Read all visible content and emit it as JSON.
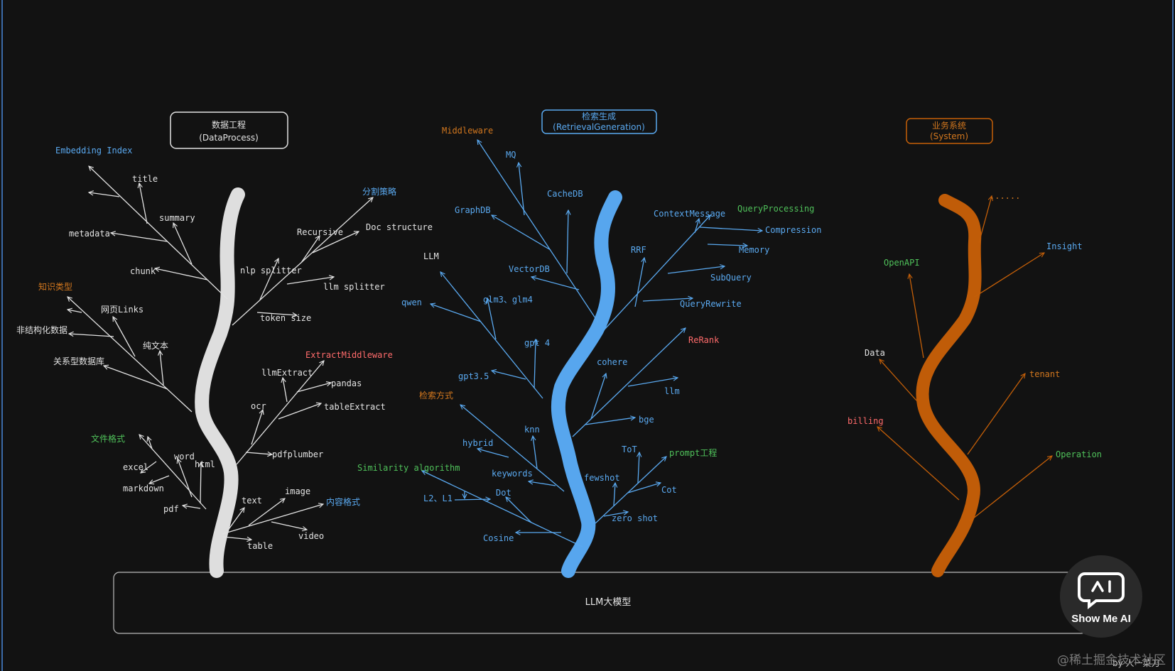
{
  "colors": {
    "background": "#121212",
    "frame": "#1f1f1f",
    "white": "#e3e3e3",
    "blue": "#5aa9f0",
    "orange": "#c45f08",
    "orangeText": "#d2771e",
    "green": "#4fc15a",
    "red": "#ff6b6b",
    "trunkWhite": "#dedede",
    "trunkBlue": "#57a6ee",
    "trunkOrange": "#c05c08"
  },
  "columns": {
    "data": {
      "title": "数据工程",
      "subtitle": "(DataProcess)"
    },
    "retrieval": {
      "title": "检索生成",
      "subtitle": "(RetrievalGeneration)"
    },
    "system": {
      "title": "业务系统",
      "subtitle": "(System)"
    }
  },
  "base": {
    "title": "LLM大模型"
  },
  "labels": {
    "embedding_index": "Embedding Index",
    "title": "title",
    "summary": "summary",
    "metadata": "metadata",
    "chunk": "chunk",
    "knowledge_type": "知识类型",
    "web_links": "网页Links",
    "unstructured": "非结构化数据",
    "plain_text": "纯文本",
    "relational_db": "关系型数据库",
    "split_strategy": "分割策略",
    "recursive": "Recursive",
    "doc_structure": "Doc structure",
    "nlp_splitter": "nlp splitter",
    "llm_splitter": "llm splitter",
    "token_size": "token size",
    "extract_middleware": "ExtractMiddleware",
    "llm_extract": "llmExtract",
    "pandas": "pandas",
    "table_extract": "tableExtract",
    "ocr": "ocr",
    "pdfplumber": "pdfplumber",
    "file_format": "文件格式",
    "word": "word",
    "excel": "excel",
    "html": "html",
    "markdown": "markdown",
    "pdf": "pdf",
    "text": "text",
    "image": "image",
    "content_format": "内容格式",
    "video": "video",
    "table": "table",
    "middleware": "Middleware",
    "mq": "MQ",
    "cachedb": "CacheDB",
    "graphdb": "GraphDB",
    "vectordb": "VectorDB",
    "llm_upper": "LLM",
    "qwen": "qwen",
    "glm": "glm3、glm4",
    "gpt4": "gpt 4",
    "gpt35": "gpt3.5",
    "retrieval_method": "检索方式",
    "knn": "knn",
    "hybrid": "hybrid",
    "keywords": "keywords",
    "similarity_algorithm": "Similarity algorithm",
    "l2l1": "L2、L1",
    "dot": "Dot",
    "cosine": "Cosine",
    "context_message": "ContextMessage",
    "query_processing": "QueryProcessing",
    "compression": "Compression",
    "memory": "Memory",
    "rrf": "RRF",
    "subquery": "SubQuery",
    "query_rewrite": "QueryRewrite",
    "rerank": "ReRank",
    "cohere": "cohere",
    "llm_lower": "llm",
    "bge": "bge",
    "tot": "ToT",
    "prompt_engineering": "prompt工程",
    "fewshot": "fewshot",
    "cot": "Cot",
    "zero_shot": "zero shot",
    "ellipsis": "......",
    "openapi": "OpenAPI",
    "insight": "Insight",
    "data": "Data",
    "tenant": "tenant",
    "billing": "billing",
    "operation": "Operation"
  },
  "logo": {
    "name": "Show Me AI",
    "icon": "chat-bubble-logo-icon"
  },
  "footer": {
    "watermark": "@稀土掘金技术社区",
    "credit": "by 人一菜刀"
  }
}
